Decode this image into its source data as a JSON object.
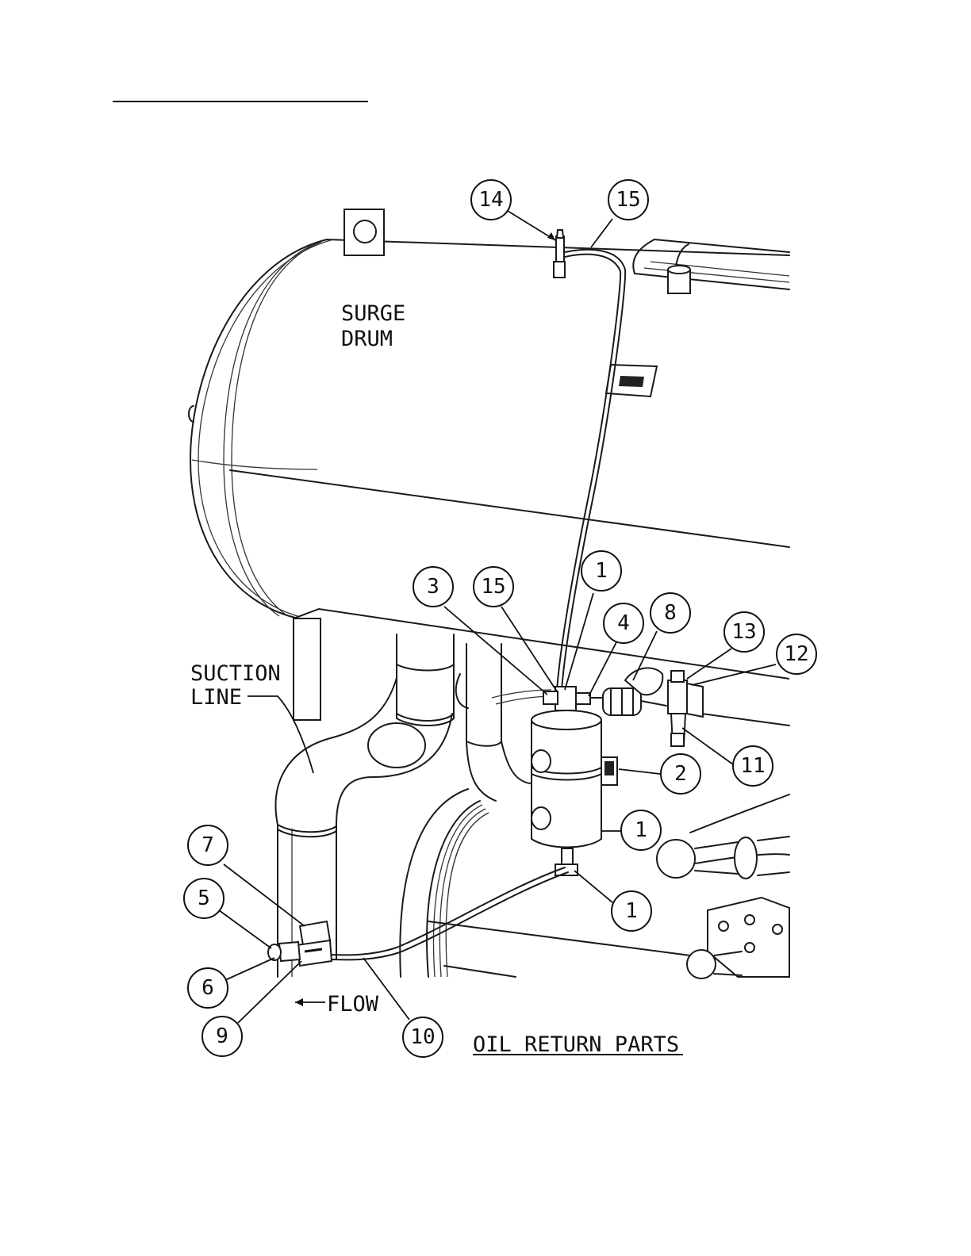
{
  "labels": {
    "surge_drum_line1": "SURGE",
    "surge_drum_line2": "DRUM",
    "suction_line_line1": "SUCTION",
    "suction_line_line2": "LINE",
    "flow": "FLOW",
    "caption": "OIL RETURN PARTS"
  },
  "callouts": [
    {
      "id": "c14-top",
      "number": "14"
    },
    {
      "id": "c15-top",
      "number": "15"
    },
    {
      "id": "c3",
      "number": "3"
    },
    {
      "id": "c15-mid",
      "number": "15"
    },
    {
      "id": "c1-top",
      "number": "1"
    },
    {
      "id": "c4",
      "number": "4"
    },
    {
      "id": "c8",
      "number": "8"
    },
    {
      "id": "c13",
      "number": "13"
    },
    {
      "id": "c12",
      "number": "12"
    },
    {
      "id": "c2",
      "number": "2"
    },
    {
      "id": "c11",
      "number": "11"
    },
    {
      "id": "c1-mid",
      "number": "1"
    },
    {
      "id": "c1-low",
      "number": "1"
    },
    {
      "id": "c7",
      "number": "7"
    },
    {
      "id": "c5",
      "number": "5"
    },
    {
      "id": "c6",
      "number": "6"
    },
    {
      "id": "c9",
      "number": "9"
    },
    {
      "id": "c10",
      "number": "10"
    }
  ]
}
